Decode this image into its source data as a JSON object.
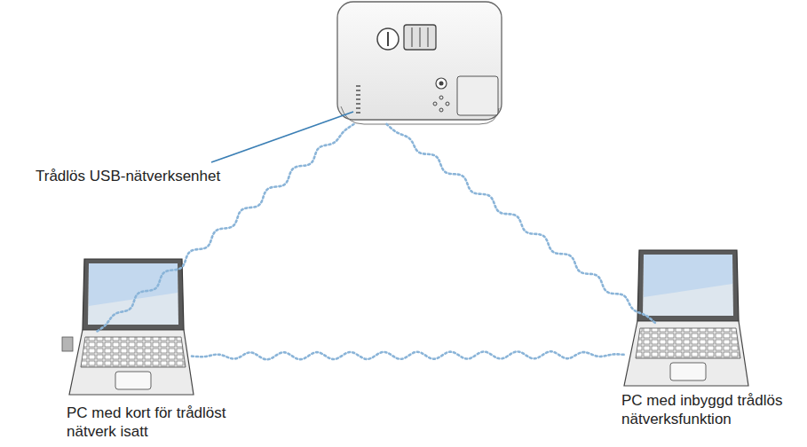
{
  "diagram": {
    "nodes": [
      {
        "text": [
          "Trådlös USB-nätverksenhet"
        ]
      },
      {
        "text": [
          "PC med kort för trådlöst nätverk isatt"
        ]
      },
      {
        "text": [
          "PC med inbyggd trådlös nätverksfunktion"
        ]
      }
    ],
    "edges": [
      {
        "from": 0,
        "to": 1,
        "arrow": "none"
      },
      {
        "from": 0,
        "to": 2,
        "arrow": "none"
      },
      {
        "from": 1,
        "to": 2,
        "arrow": "none"
      }
    ]
  }
}
